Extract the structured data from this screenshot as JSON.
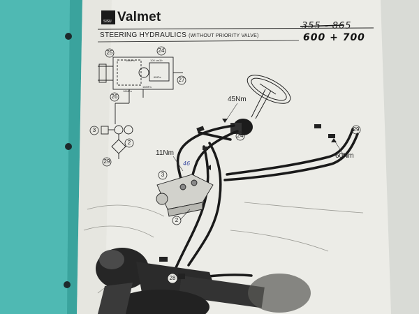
{
  "header": {
    "brand": "Valmet",
    "logo_text": "SISU",
    "title": "STEERING HYDRAULICS",
    "subtitle": "(WITHOUT PRIORITY VALVE)",
    "model_code_struck": "355 - 865",
    "model_code_handwritten": "600 + 700"
  },
  "torques": {
    "t45": "45Nm",
    "t11": "11Nm",
    "t60": "60Nm"
  },
  "schematic": {
    "labels": {
      "p1": "16MPa",
      "p2": "100 cm3/r",
      "p3": "16MPa",
      "p4": "6MPa",
      "p5": "18MPa"
    }
  },
  "part_numbers": {
    "n25": "25",
    "n24": "24",
    "n27": "27",
    "n26": "26",
    "n3": "3",
    "n2": "2",
    "n29": "29",
    "n24b": "24",
    "n29b": "29",
    "n3b": "3",
    "n2b": "2",
    "n28": "28"
  },
  "annotations": {
    "handwritten_mark": "46"
  },
  "colors": {
    "binder_teal": "#4fb9b3",
    "paper": "#ecece7",
    "ink": "#1a1a1a",
    "table_gray": "#3d4a4e",
    "handwriting_blue": "#3a4aa0"
  }
}
